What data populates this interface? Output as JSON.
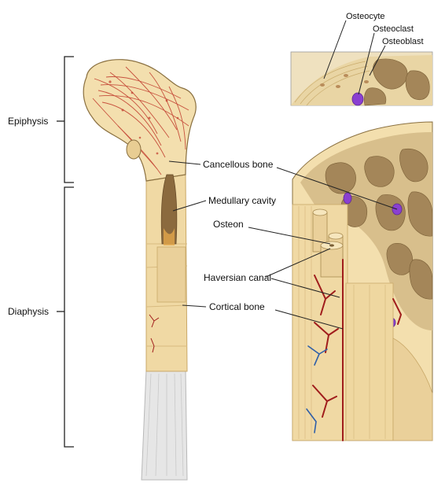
{
  "labels": {
    "epiphysis": "Epiphysis",
    "diaphysis": "Diaphysis",
    "cancellous_bone": "Cancellous bone",
    "medullary_cavity": "Medullary cavity",
    "osteon": "Osteon",
    "haversian_canal": "Haversian canal",
    "cortical_bone": "Cortical bone",
    "osteocyte": "Osteocyte",
    "osteoclast": "Osteoclast",
    "osteoblast": "Osteoblast"
  },
  "colors": {
    "bone_cream": "#f3dfae",
    "bone_shadow": "#d9b978",
    "trabecula_red": "#c0392b",
    "cavity_brown": "#8b6a3e",
    "vessel_red": "#a01c1c",
    "vessel_blue": "#2f5fa8",
    "osteoclast_purple": "#8a3fd1",
    "cartilage_grey": "#e4e4e4"
  }
}
